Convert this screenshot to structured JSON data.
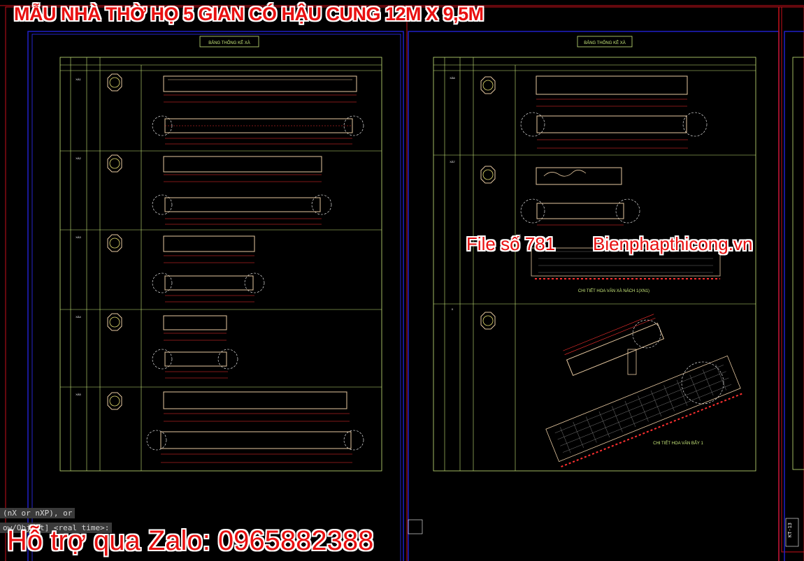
{
  "title": "MẪU NHÀ THỜ HỌ 5 GIAN CÓ HẬU CUNG 12M X 9,5M",
  "watermark": {
    "file_label": "File số 781",
    "site": "Bienphapthicong.vn",
    "zalo": "Hỗ trợ qua Zalo: 0965882388"
  },
  "command_line": {
    "line1": "(nX or nXP), or",
    "line2": "ow/Object] <real time>:"
  },
  "sheets": {
    "left": {
      "heading": "BẢNG THỐNG KÊ XÀ",
      "row_codes": [
        "XÀ1",
        "XÀ2",
        "XÀ3",
        "XÀ4",
        "XÀ5"
      ]
    },
    "middle": {
      "heading": "BẢNG THỐNG KÊ XÀ",
      "row_codes": [
        "XÀ6",
        "XÀ7",
        "X"
      ],
      "caption1": "CHI TIẾT HOA VĂN XÀ NÁCH 1(XN1)",
      "caption2": "CHI TIẾT HOA VĂN BẨY 1"
    },
    "right_tag": "KT-13"
  },
  "colors": {
    "frame_red": "#c8101a",
    "frame_blue": "#2020c8",
    "table_line": "#c8e87a",
    "drawing": "#e6c8a0",
    "dimension": "#ff3030",
    "watermark": "#e81010"
  }
}
